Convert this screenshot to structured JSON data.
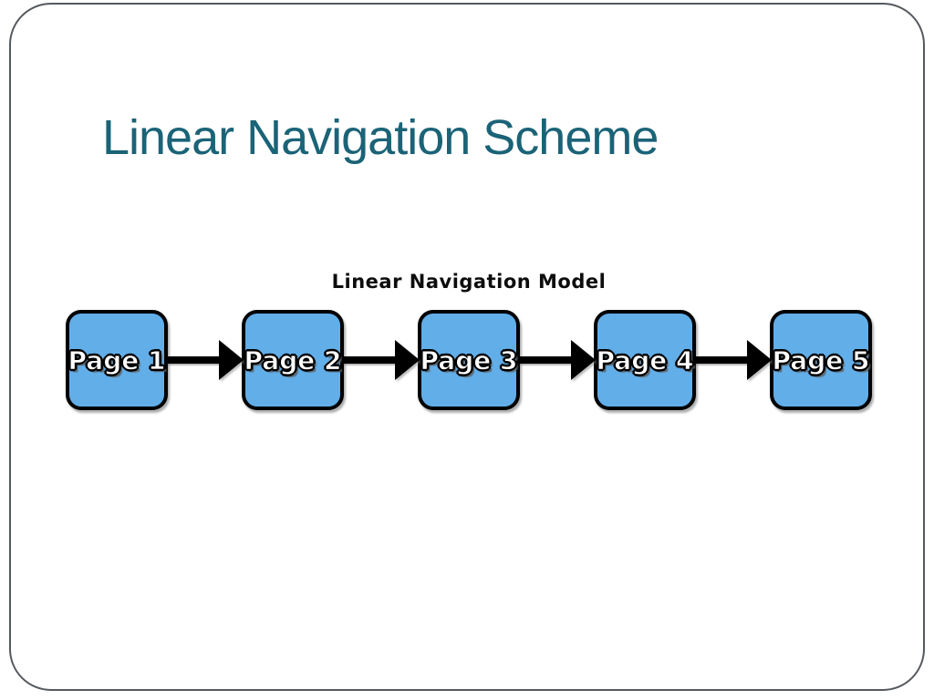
{
  "slide": {
    "title": "Linear Navigation Scheme"
  },
  "diagram": {
    "title": "Linear Navigation Model",
    "nodes": [
      {
        "label": "Page 1"
      },
      {
        "label": "Page 2"
      },
      {
        "label": "Page 3"
      },
      {
        "label": "Page 4"
      },
      {
        "label": "Page 5"
      }
    ]
  },
  "colors": {
    "title_accent": "#1B6377",
    "node_fill": "#62AEE8",
    "node_border": "#000000",
    "arrow": "#000000",
    "frame_border": "#55595d"
  }
}
